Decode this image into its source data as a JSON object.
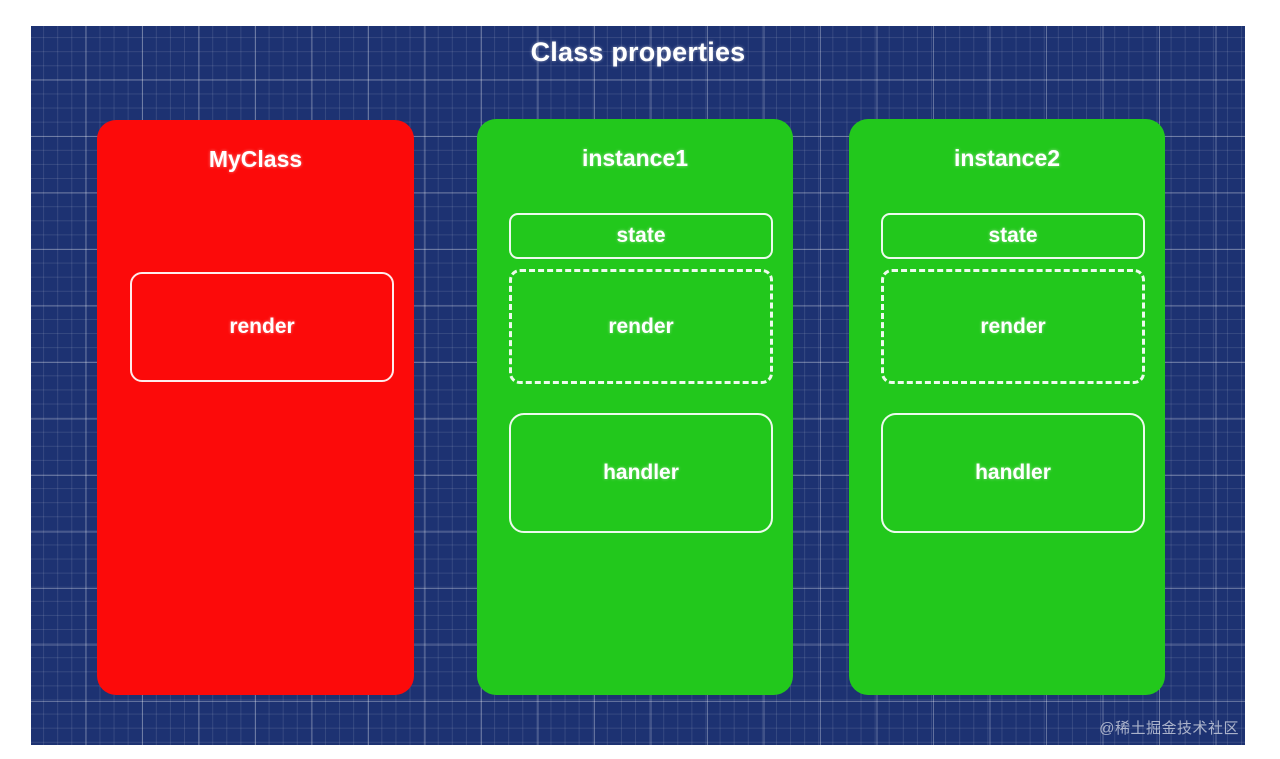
{
  "diagram": {
    "title": "Class properties",
    "watermark": "@稀土掘金技术社区",
    "colors": {
      "background": "#1d3272",
      "grid_line": "#ffffff",
      "class_card": "#fc0a0a",
      "instance_card": "#22c81c",
      "text": "#ffffff",
      "page": "#ffffff"
    },
    "cards": [
      {
        "id": "myclass",
        "title": "MyClass",
        "kind": "class",
        "color": "#fc0a0a",
        "members": [
          {
            "label": "render",
            "border": "solid"
          }
        ]
      },
      {
        "id": "instance1",
        "title": "instance1",
        "kind": "instance",
        "color": "#22c81c",
        "members": [
          {
            "label": "state",
            "border": "solid"
          },
          {
            "label": "render",
            "border": "dashed"
          },
          {
            "label": "handler",
            "border": "solid"
          }
        ]
      },
      {
        "id": "instance2",
        "title": "instance2",
        "kind": "instance",
        "color": "#22c81c",
        "members": [
          {
            "label": "state",
            "border": "solid"
          },
          {
            "label": "render",
            "border": "dashed"
          },
          {
            "label": "handler",
            "border": "solid"
          }
        ]
      }
    ]
  }
}
